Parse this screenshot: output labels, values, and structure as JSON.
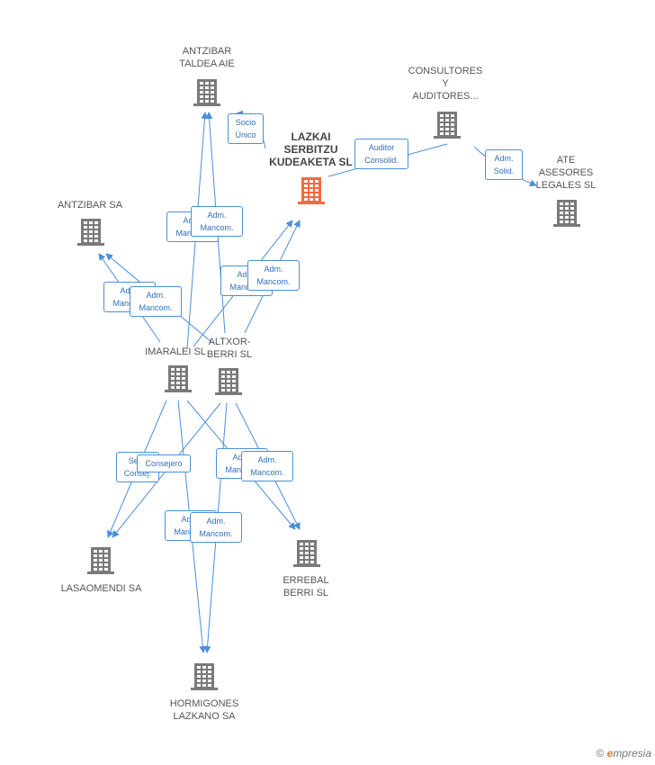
{
  "nodes": {
    "antzibar_taldea": "ANTZIBAR\nTALDEA AIE",
    "consultores": "CONSULTORES\nY\nAUDITORES...",
    "lazkai": "LAZKAI\nSERBITZU\nKUDEAKETA SL",
    "ate": "ATE\nASESORES\nLEGALES SL",
    "antzibar_sa": "ANTZIBAR SA",
    "imaralei": "IMARALEI SL",
    "altxor": "ALTXOR-\nBERRI SL",
    "lasaomendi": "LASAOMENDI SA",
    "errebal": "ERREBAL\nBERRI SL",
    "hormigones": "HORMIGONES\nLAZKANO SA"
  },
  "edge_labels": {
    "socio_unico": "Socio\nÚnico",
    "auditor": "Auditor\nConsolid.",
    "adm_solid": "Adm.\nSolid.",
    "adm_mancom": "Adm.\nMancom.",
    "secr_consej": "Secr.\nConsej.",
    "consejero": "Consejero"
  },
  "colors": {
    "edge": "#4a8fdc",
    "building": "#7a7a7a",
    "building_main": "#f26b3a"
  },
  "footer": {
    "copyright": "©",
    "brand_e": "e",
    "brand": "mpresia"
  }
}
